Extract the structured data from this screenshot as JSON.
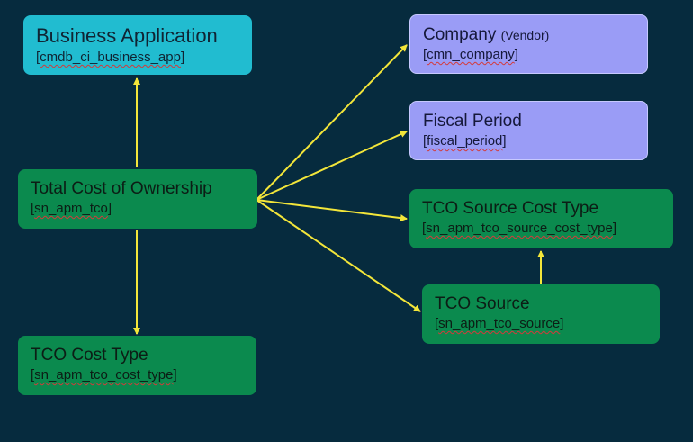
{
  "colors": {
    "background": "#062b3e",
    "connector": "#f3e63a",
    "business_app_fill": "#21bcd0",
    "reference_fill": "#9a9cf6",
    "tco_fill": "#0b8a4e"
  },
  "nodes": {
    "business_app": {
      "title": "Business Application",
      "table": "cmdb_ci_business_app"
    },
    "company": {
      "title": "Company",
      "qualifier": "(Vendor)",
      "table": "cmn_company"
    },
    "fiscal_period": {
      "title": "Fiscal Period",
      "table": "fiscal_period"
    },
    "tco": {
      "title": "Total Cost of Ownership",
      "table": "sn_apm_tco"
    },
    "tco_cost_type": {
      "title": "TCO Cost Type",
      "table": "sn_apm_tco_cost_type"
    },
    "tco_source_cost_type": {
      "title": "TCO Source Cost Type",
      "table": "sn_apm_tco_source_cost_type"
    },
    "tco_source": {
      "title": "TCO Source",
      "table": "sn_apm_tco_source"
    }
  },
  "edges": [
    {
      "from": "tco",
      "to": "business_app"
    },
    {
      "from": "tco",
      "to": "tco_cost_type"
    },
    {
      "from": "tco",
      "to": "company"
    },
    {
      "from": "tco",
      "to": "fiscal_period"
    },
    {
      "from": "tco",
      "to": "tco_source_cost_type"
    },
    {
      "from": "tco",
      "to": "tco_source"
    },
    {
      "from": "tco_source",
      "to": "tco_source_cost_type"
    }
  ]
}
